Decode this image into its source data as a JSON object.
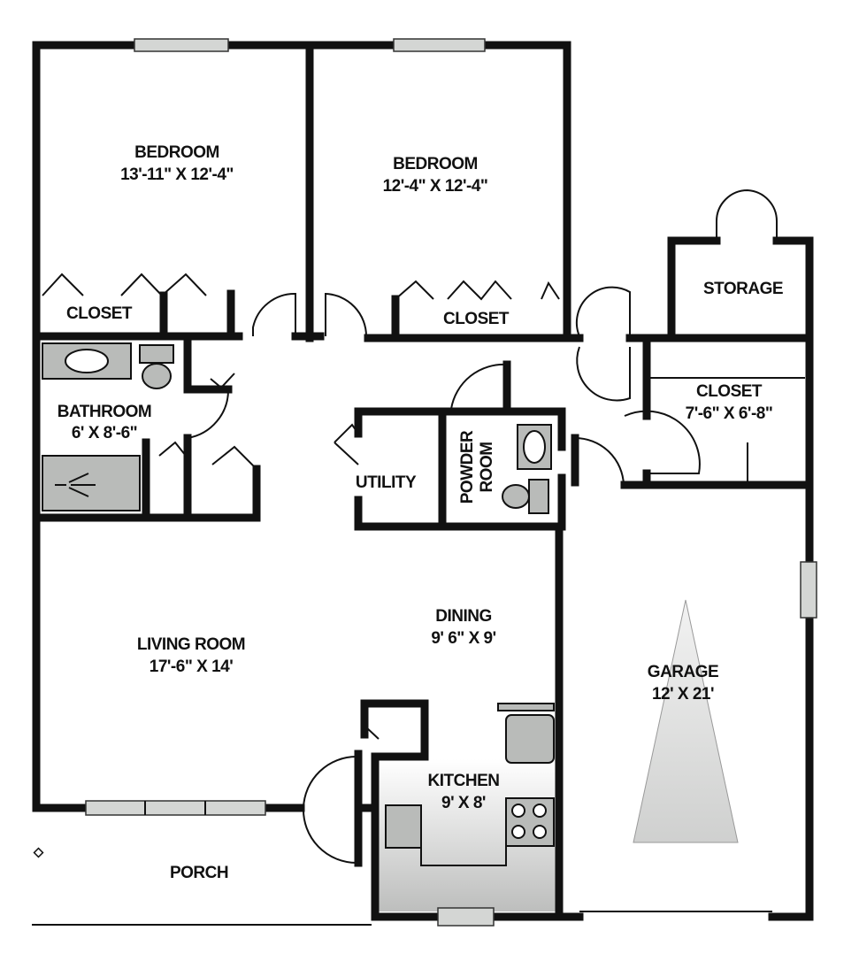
{
  "rooms": {
    "bedroom1": {
      "name": "BEDROOM",
      "size": "13'-11\" X 12'-4\""
    },
    "bedroom2": {
      "name": "BEDROOM",
      "size": "12'-4\" X 12'-4\""
    },
    "closet1": {
      "name": "CLOSET"
    },
    "closet2": {
      "name": "CLOSET"
    },
    "storage": {
      "name": "STORAGE"
    },
    "bathroom": {
      "name": "BATHROOM",
      "size": "6' X 8'-6\""
    },
    "utility": {
      "name": "UTILITY"
    },
    "powder_room": {
      "line1": "POWDER",
      "line2": "ROOM"
    },
    "closet3": {
      "name": "CLOSET",
      "size": "7'-6\" X 6'-8\""
    },
    "living_room": {
      "name": "LIVING ROOM",
      "size": "17'-6\" X 14'"
    },
    "dining": {
      "name": "DINING",
      "size": "9' 6\" X 9'"
    },
    "garage": {
      "name": "GARAGE",
      "size": "12' X 21'"
    },
    "kitchen": {
      "name": "KITCHEN",
      "size": "9' X 8'"
    },
    "porch": {
      "name": "PORCH"
    }
  },
  "colors": {
    "wall": "#111111",
    "fixture": "#b9bbb9",
    "window": "#d4d6d4",
    "kitchen_floor": "#cfd0cf"
  }
}
